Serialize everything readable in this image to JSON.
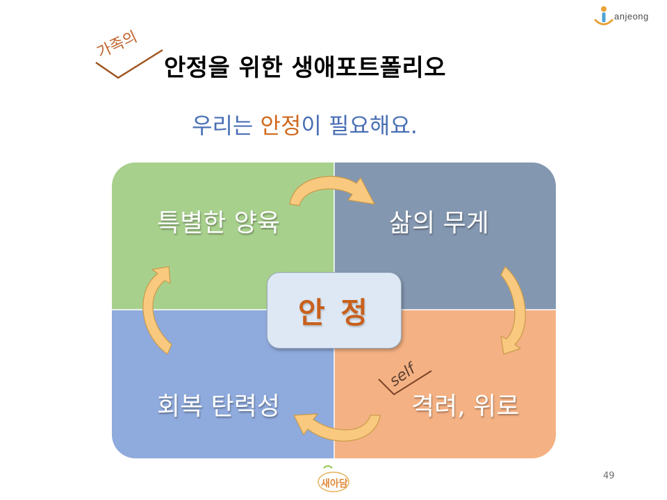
{
  "header": {
    "logo_text": "anjeong",
    "tag": "가족의",
    "title": "안정을 위한  생애포트폴리오"
  },
  "subtitle": {
    "part1": "우리는 ",
    "accent": "안정",
    "part2": "이 필요해요."
  },
  "quadrants": {
    "top_left": "특별한 양육",
    "top_right": "삶의 무게",
    "bottom_left": "회복 탄력성",
    "bottom_right": "격려, 위로"
  },
  "center": {
    "label": "안 정"
  },
  "self_tag": "self",
  "footer": {
    "logo_text": "새아담",
    "page_number": "49"
  },
  "colors": {
    "top_left": "#a8d08d",
    "top_right": "#8497b0",
    "bottom_left": "#8faadc",
    "bottom_right": "#f4b183",
    "arrow": "#f8c97e",
    "accent": "#d0691e",
    "subtitle_blue": "#4a6fb5"
  }
}
